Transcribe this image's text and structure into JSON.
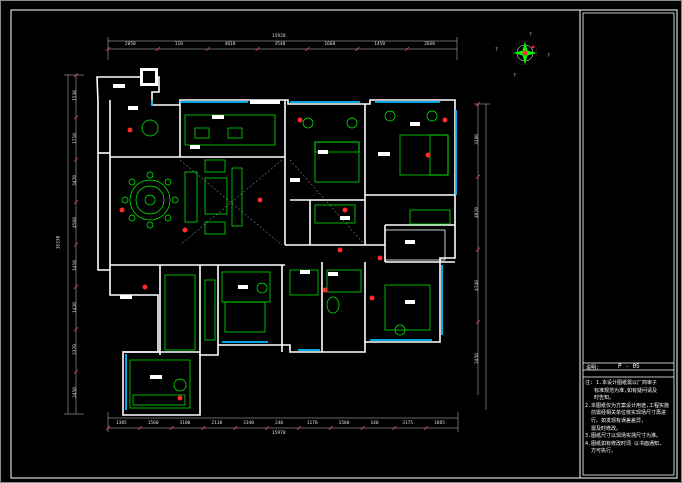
{
  "drawing": {
    "dims_top": [
      "2050",
      "110",
      "4810",
      "3540",
      "1660",
      "1450",
      "2660"
    ],
    "dim_top_total": "15920",
    "dims_bottom": [
      "1305",
      "1560",
      "3100",
      "2110",
      "3340",
      "240",
      "1170",
      "1500",
      "140",
      "3175",
      "1885"
    ],
    "dim_bottom_total": "15970",
    "dims_left": [
      "1530",
      "1710",
      "3470",
      "4560",
      "1410",
      "1420",
      "2370",
      "2450"
    ],
    "dim_left_total": "16330",
    "dims_right": [
      "3280",
      "4920",
      "4740",
      "2450"
    ]
  },
  "title_block": {
    "label": "说明:",
    "code": "P - 05",
    "notes": "注: 1.本设计图纸需以厂商审子\n   标准规范为准,如有疑问请及\n   时告知。\n2.本图纸仅为方案设计用途,工程实施\n  前需经相关单位核实现场尺寸再进\n  行。如发现有误差差异,\n  需及时修改。\n3.图纸尺寸以现场实测尺寸为准。\n4.图纸如有修改时须 以书面通知,\n  方可执行。"
  },
  "colors": {
    "background": "#000000",
    "wall": "#ffffff",
    "furniture": "#00ff00",
    "window": "#00bfff",
    "accent": "#ff2a2a",
    "frame": "#ffffff"
  }
}
